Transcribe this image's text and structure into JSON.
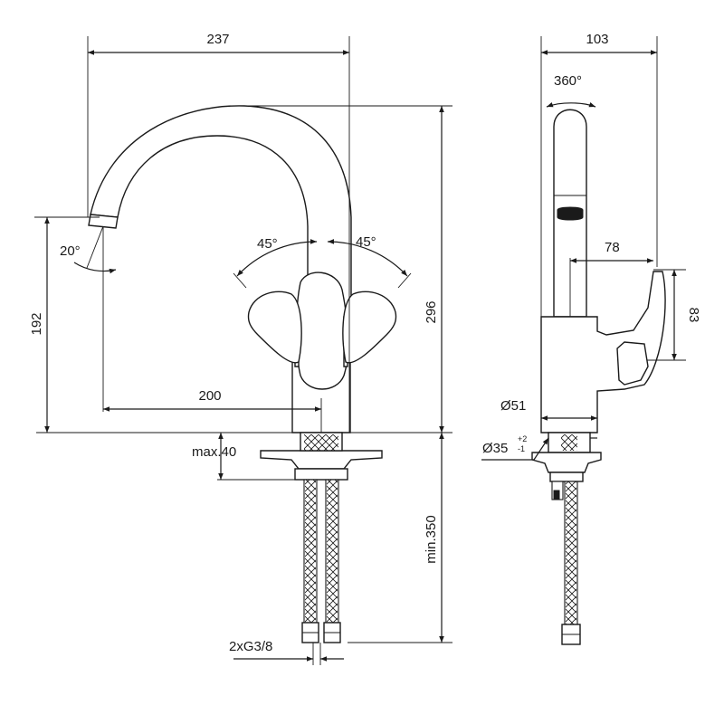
{
  "labels": {
    "overall_width": "237",
    "spout_reach": "200",
    "spout_height": "192",
    "total_height": "296",
    "aerator_angle": "20°",
    "handle_left_angle": "45°",
    "handle_right_angle": "45°",
    "max_deck_thickness": "max.40",
    "hose_min_length": "min.350",
    "hose_connection": "2xG3/8",
    "side_depth": "103",
    "rotation": "360°",
    "handle_reach": "78",
    "handle_height": "83",
    "body_diameter": "Ø51",
    "hole_diameter": "Ø35",
    "hole_tol_plus": "+2",
    "hole_tol_minus": "-1"
  }
}
